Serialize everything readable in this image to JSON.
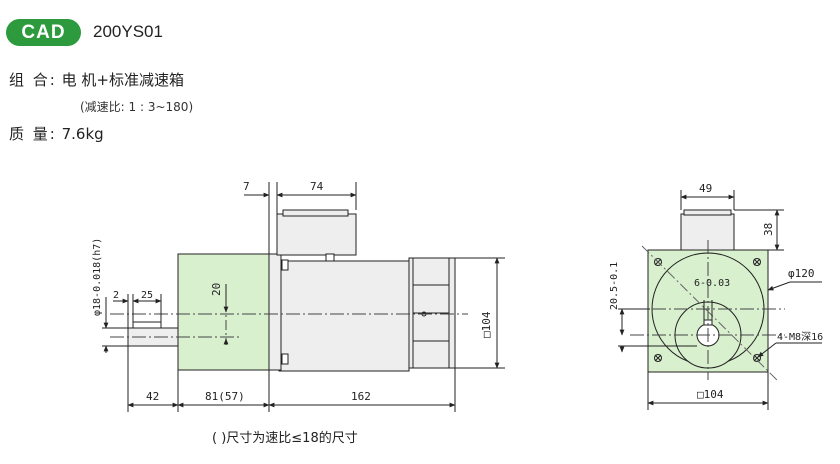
{
  "header": {
    "badge": "CAD",
    "model": "200YS01"
  },
  "specs": {
    "combination_label": "组 合:",
    "combination_value": "电 机+标准减速箱",
    "ratio_note": "(减速比: 1 : 3~180)",
    "weight_label": "质 量:",
    "weight_value": "7.6kg"
  },
  "side_view": {
    "dim_7": "7",
    "dim_74": "74",
    "dim_42": "42",
    "dim_81": "81(57)",
    "dim_162": "162",
    "dim_square": "□104",
    "dim_20": "20",
    "dim_2": "2",
    "dim_25": "25",
    "dim_shaft": "φ18-0.018(h7)"
  },
  "front_view": {
    "dim_49": "49",
    "dim_38": "38",
    "dim_120": "φ120",
    "dim_key_width": "6-0.03",
    "dim_key_height": "20.5-0.1",
    "dim_holes": "4-M8深16",
    "dim_square": "□104"
  },
  "footnote": "( )尺寸为速比≤18的尺寸",
  "colors": {
    "badge_green": "#2c9a3d",
    "gearbox_fill": "#d9f0cf",
    "motor_fill": "#eeeeee"
  }
}
